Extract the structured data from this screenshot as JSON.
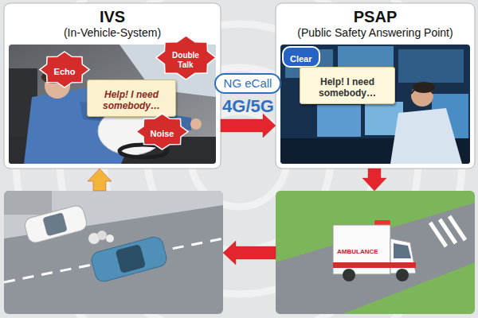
{
  "diagram": {
    "nodes": [
      {
        "text": [
          "IVS",
          "(In-Vehicle-System)"
        ]
      },
      {
        "text": [
          "Echo"
        ],
        "in": 0
      },
      {
        "text": [
          "Double Talk"
        ],
        "in": 0
      },
      {
        "text": [
          "Help! I need somebody…"
        ],
        "in": 0
      },
      {
        "text": [
          "Noise"
        ],
        "in": 0
      },
      {
        "text": [
          "NG eCall"
        ]
      },
      {
        "text": [
          "PSAP",
          "(Public Safety Answering Point)"
        ]
      },
      {
        "text": [
          "Clear"
        ],
        "in": 6
      },
      {
        "text": [
          "Help! I need somebody…"
        ],
        "in": 6
      },
      {
        "text": []
      },
      {
        "text": []
      }
    ],
    "edges": [
      {
        "from": 0,
        "to": 6,
        "arrow": "to",
        "label": "4G/5G"
      },
      {
        "from": 6,
        "to": 10,
        "arrow": "to"
      },
      {
        "from": 10,
        "to": 9,
        "arrow": "to"
      },
      {
        "from": 9,
        "to": 0,
        "arrow": "to"
      }
    ],
    "labels": [
      "AMBULANCE"
    ]
  }
}
